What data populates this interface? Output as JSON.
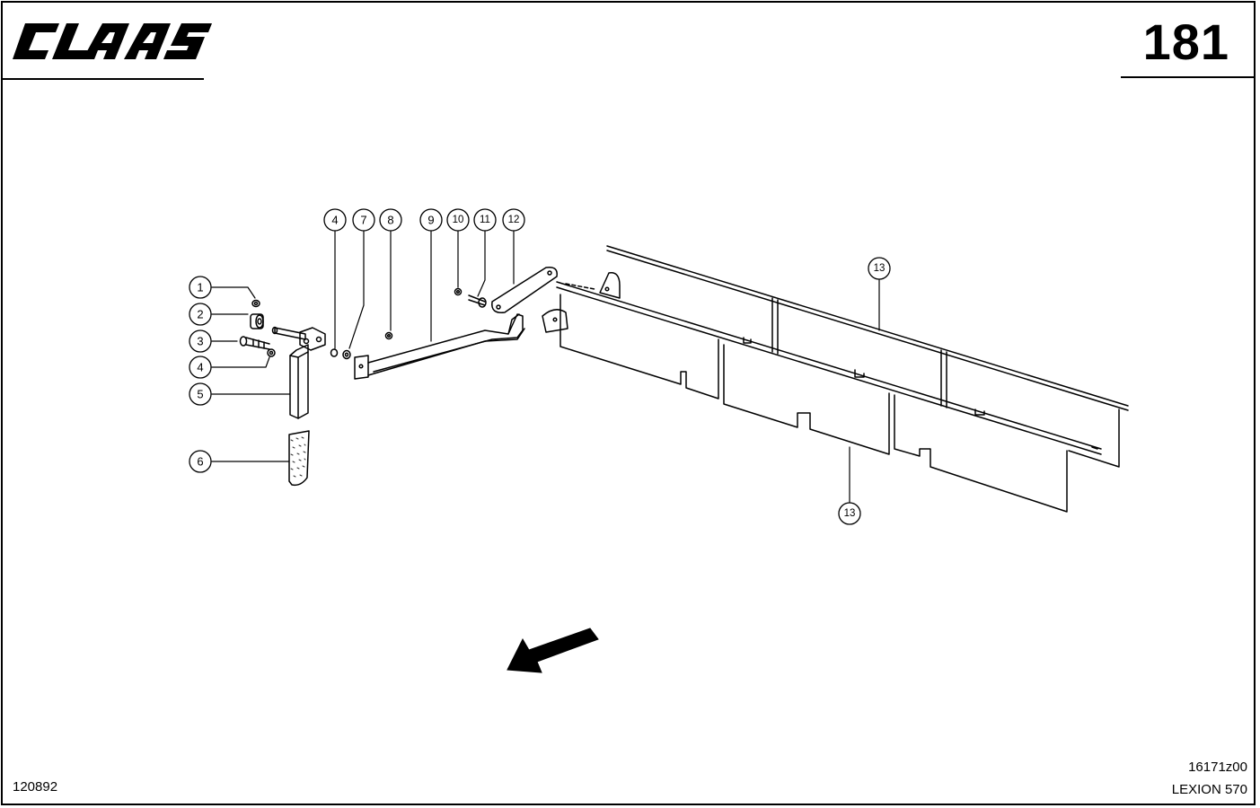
{
  "header": {
    "brand": "CLAAS",
    "page_number": "181"
  },
  "footer": {
    "left_code": "120892",
    "drawing_code": "16171z00",
    "model": "LEXION 570"
  },
  "callouts": {
    "c1": "1",
    "c2": "2",
    "c3": "3",
    "c4a": "4",
    "c5": "5",
    "c6": "6",
    "c4b": "4",
    "c7": "7",
    "c8": "8",
    "c9": "9",
    "c10": "10",
    "c11": "11",
    "c12": "12",
    "c13a": "13",
    "c13b": "13"
  },
  "icons": {
    "direction": "arrow-down-left-icon"
  }
}
